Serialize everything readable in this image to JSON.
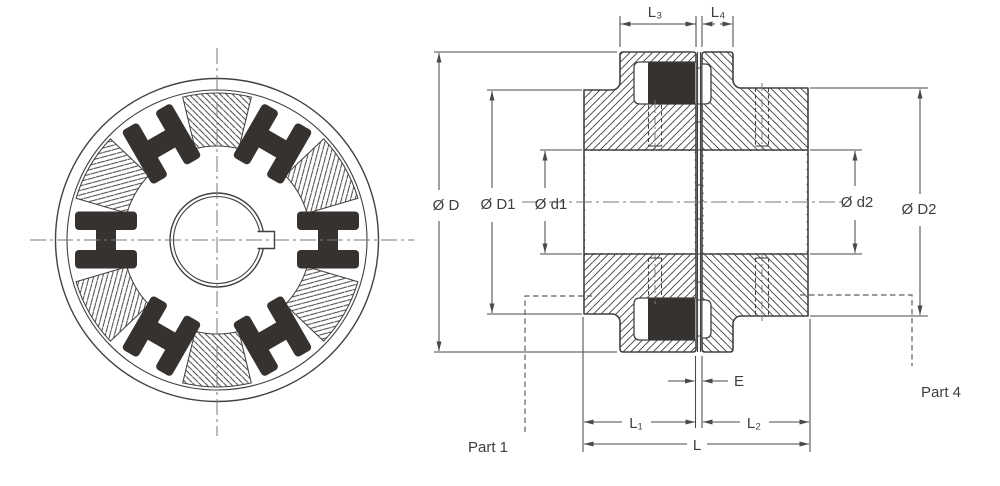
{
  "colors": {
    "background": "#ffffff",
    "line": "#414141",
    "dim": "#4a4a4a",
    "text": "#3e3e3e",
    "insert": "#363230",
    "centerline": "#7a7a7a"
  },
  "dims": {
    "L3": "L₃",
    "L4": "L₄",
    "D": "Ø D",
    "D1": "Ø D1",
    "d1": "Ø d1",
    "d2": "Ø d2",
    "D2": "Ø D2",
    "E": "E",
    "L1": "L₁",
    "L2": "L₂",
    "L": "L"
  },
  "parts": {
    "part1": "Part 1",
    "part4": "Part 4"
  }
}
